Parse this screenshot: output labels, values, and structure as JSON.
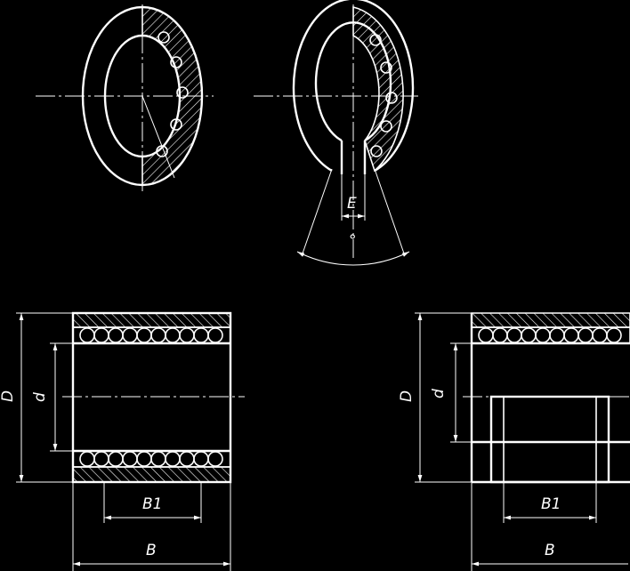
{
  "labels": {
    "E": "E",
    "angle": "°",
    "D_left": "D",
    "d_left": "d",
    "B1_left": "B1",
    "B_left": "B",
    "D_right": "D",
    "d_right": "d",
    "B1_right": "B1",
    "B_right": "B"
  },
  "colors": {
    "background": "#000000",
    "line": "#ffffff"
  }
}
